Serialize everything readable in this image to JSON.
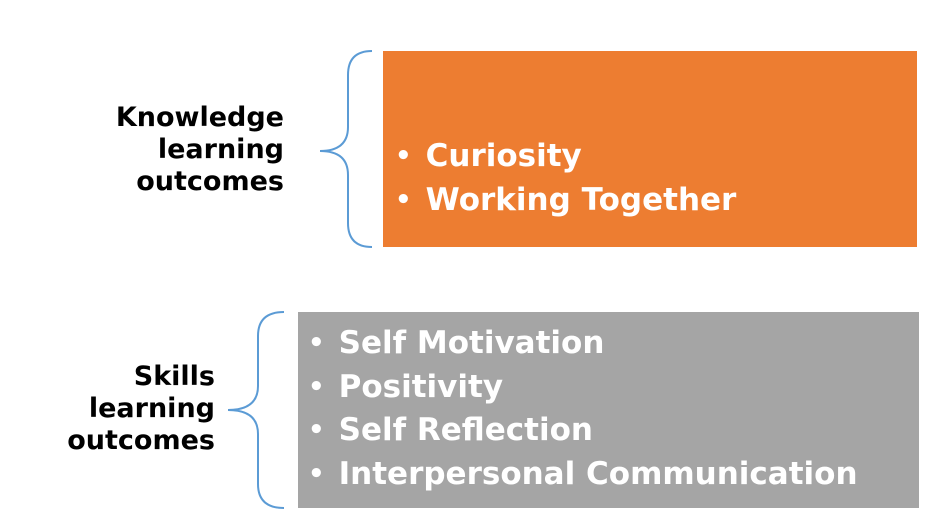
{
  "groups": [
    {
      "label_lines": [
        "Knowledge",
        "learning",
        "outcomes"
      ],
      "color": "#ED7D31",
      "items": [
        "Curiosity",
        "Working Together"
      ]
    },
    {
      "label_lines": [
        "Skills",
        "learning",
        "outcomes"
      ],
      "color": "#A5A5A5",
      "items": [
        "Self Motivation",
        "Positivity",
        "Self Reflection",
        "Interpersonal Communication"
      ]
    }
  ],
  "brace_color": "#5B9BD5"
}
